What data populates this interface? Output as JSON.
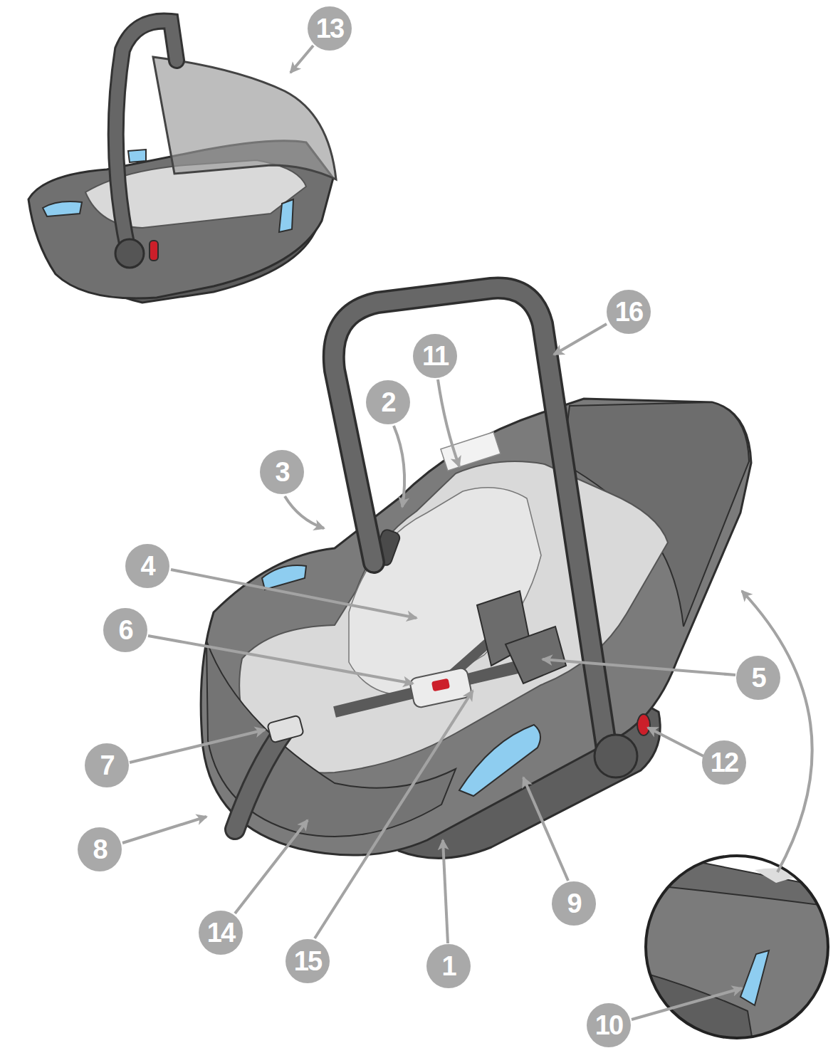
{
  "diagram": {
    "labels": [
      "13",
      "16",
      "11",
      "2",
      "3",
      "4",
      "6",
      "5",
      "12",
      "7",
      "8",
      "9",
      "14",
      "15",
      "1",
      "10"
    ]
  }
}
